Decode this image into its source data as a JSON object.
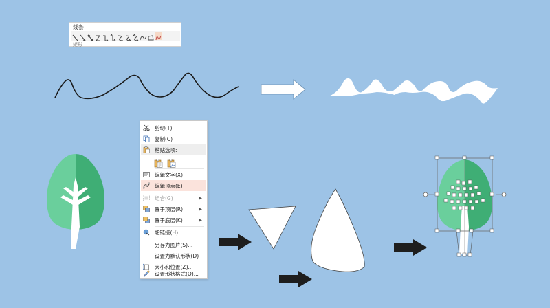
{
  "lines_panel": {
    "title": "线条",
    "next_section": "矩形",
    "tools": [
      "line-icon",
      "arrow-icon",
      "double-arrow-icon",
      "elbow-connector-icon",
      "elbow-arrow-icon",
      "elbow-double-arrow-icon",
      "curved-connector-icon",
      "curved-arrow-icon",
      "curved-double-arrow-icon",
      "curve-icon",
      "freeform-icon",
      "scribble-icon"
    ]
  },
  "context_menu": {
    "items": [
      {
        "label": "剪切(T)",
        "icon": "scissors-icon",
        "enabled": true
      },
      {
        "label": "复制(C)",
        "icon": "copy-icon",
        "enabled": true
      },
      {
        "label": "粘贴选项:",
        "icon": "paste-icon",
        "enabled": true,
        "header": true
      },
      {
        "label": "编辑文字(X)",
        "icon": "edit-text-icon",
        "enabled": true
      },
      {
        "label": "编辑顶点(E)",
        "icon": "edit-points-icon",
        "enabled": true,
        "highlighted": true
      },
      {
        "label": "组合(G)",
        "icon": "group-icon",
        "enabled": false,
        "submenu": true
      },
      {
        "label": "置于顶层(R)",
        "icon": "bring-to-front-icon",
        "enabled": true,
        "submenu": true
      },
      {
        "label": "置于底层(K)",
        "icon": "send-to-back-icon",
        "enabled": true,
        "submenu": true
      },
      {
        "label": "超链接(H)...",
        "icon": "hyperlink-icon",
        "enabled": true
      },
      {
        "label": "另存为图片(S)...",
        "icon": "",
        "enabled": true
      },
      {
        "label": "设置为默认形状(D)",
        "icon": "",
        "enabled": true
      },
      {
        "label": "大小和位置(Z)...",
        "icon": "size-position-icon",
        "enabled": true
      },
      {
        "label": "设置形状格式(O)...",
        "icon": "format-shape-icon",
        "enabled": true
      }
    ],
    "paste_options": [
      "paste-keep-format-icon",
      "paste-picture-icon"
    ]
  },
  "colors": {
    "background": "#9DC3E6",
    "tree_light": "#6ACF9C",
    "tree_dark": "#3FAE75",
    "arrow": "#1E1E1E",
    "highlight": "#FBE3DC"
  }
}
